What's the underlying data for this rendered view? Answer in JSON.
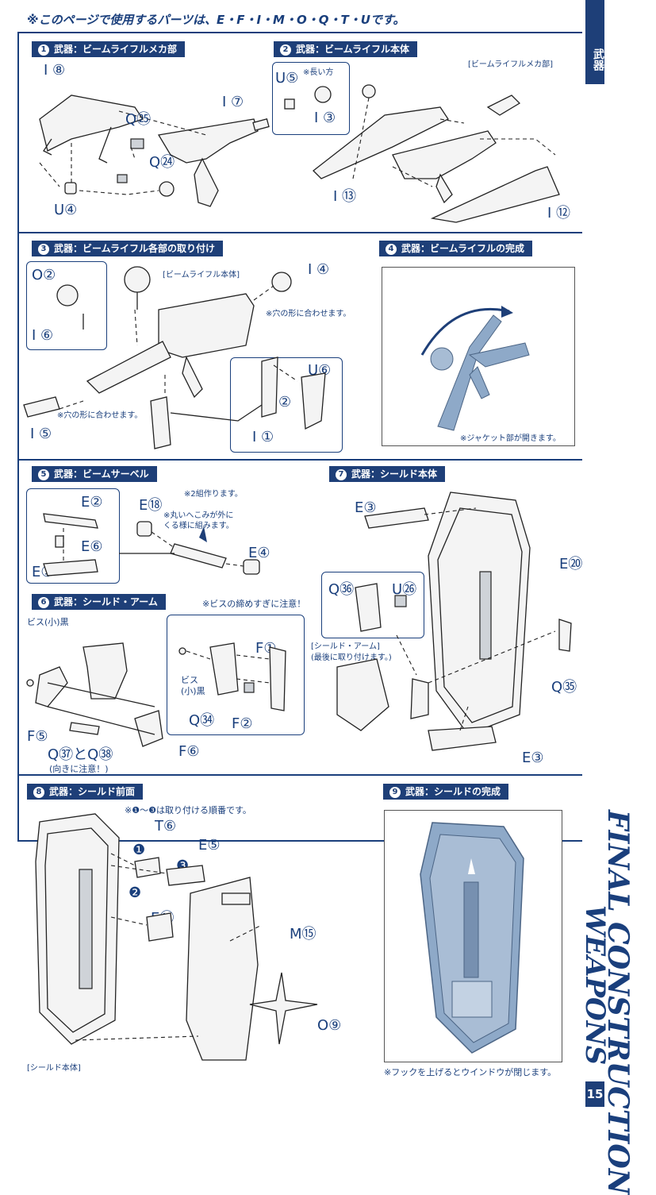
{
  "header": {
    "parts_note": "※このページで使用するパーツは、E・F・I・M・O・Q・T・Uです。"
  },
  "sidebar": {
    "tab_label": "武器",
    "page_number": "15"
  },
  "footer_titles": {
    "weapons": "WEAPONS",
    "final": "FINAL CONSTRUCTION"
  },
  "steps": [
    {
      "number": "1",
      "title": "武器：ビームライフルメカ部"
    },
    {
      "number": "2",
      "title": "武器：ビームライフル本体"
    },
    {
      "number": "3",
      "title": "武器：ビームライフル各部の取り付け"
    },
    {
      "number": "4",
      "title": "武器：ビームライフルの完成"
    },
    {
      "number": "5",
      "title": "武器：ビームサーベル"
    },
    {
      "number": "6",
      "title": "武器：シールド・アーム"
    },
    {
      "number": "7",
      "title": "武器：シールド本体"
    },
    {
      "number": "8",
      "title": "武器：シールド前面"
    },
    {
      "number": "9",
      "title": "武器：シールドの完成"
    }
  ],
  "step1": {
    "parts": [
      "I ⑧",
      "I ⑦",
      "Q㉕",
      "Q㉔",
      "U④"
    ]
  },
  "step2": {
    "parts": [
      "U⑤",
      "I ③",
      "I ⑬",
      "I ⑫"
    ],
    "note_long": "※長い方",
    "ref_label": "[ビームライフルメカ部]"
  },
  "step3": {
    "parts": [
      "O②",
      "I ⑥",
      "I ④",
      "I ⑤",
      "U⑥",
      "I ②",
      "I ①"
    ],
    "ref_label": "[ビームライフル本体]",
    "hole_note_1": "※穴の形に合わせます。",
    "hole_note_2": "※穴の形に合わせます。"
  },
  "step4": {
    "caption": "※ジャケット部が開きます。"
  },
  "step5": {
    "parts": [
      "E②",
      "E⑥",
      "E①",
      "E⑱",
      "E④"
    ],
    "note_pair": "※2組作ります。",
    "note_dent": "※丸いへこみが外に\nくる様に組みます。"
  },
  "step6": {
    "warning": "※ビスの締めすぎに注意！",
    "parts": [
      "F①",
      "Q㉞",
      "F②",
      "F⑤",
      "F⑥"
    ],
    "screw_label": "ビス(小)黒",
    "screw_label_box": "ビス\n(小)黒",
    "q_pair": "Q㊲とQ㊳",
    "q_pair_note": "(向きに注意！)"
  },
  "step7": {
    "parts": [
      "E③",
      "E⑳",
      "Q㊱",
      "U㉖",
      "Q㉟",
      "E③"
    ],
    "arm_label": "[シールド・アーム]\n(最後に取り付けます。)"
  },
  "step8": {
    "order_note": "※❶～❸は取り付ける順番です。",
    "parts": [
      "T⑥",
      "E⑤",
      "E⑲",
      "M⑮",
      "O⑨"
    ],
    "order": [
      "❶",
      "❷",
      "❸"
    ],
    "ref_label": "[シールド本体]"
  },
  "step9": {
    "caption": "※フックを上げるとウインドウが閉じます。"
  },
  "colors": {
    "navy": "#1e3f78",
    "text": "#1a3f7c",
    "photo_blue": "#8ea9c8"
  }
}
